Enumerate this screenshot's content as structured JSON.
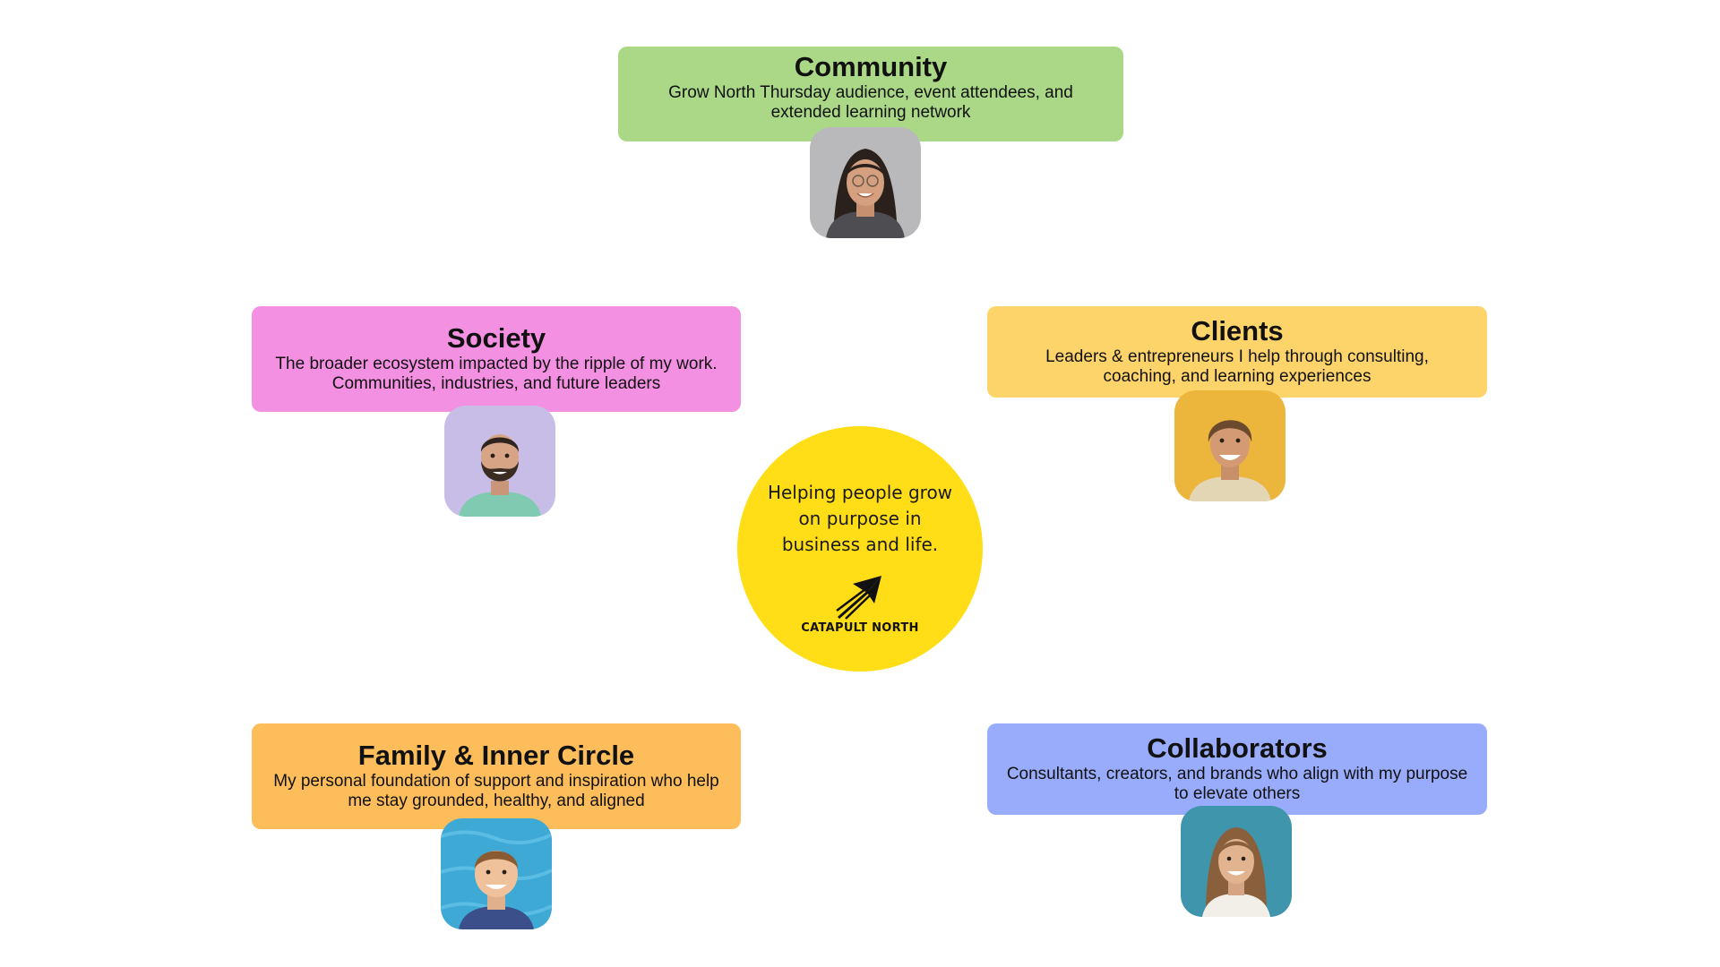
{
  "center": {
    "tagline_lines": [
      "Helping people grow",
      "on purpose in",
      "business and life."
    ],
    "logo_text": "CATAPULT NORTH",
    "logo_icon": "arrow-icon",
    "color": "#ffdd17"
  },
  "cards": {
    "community": {
      "title": "Community",
      "desc_lines": [
        "Grow North Thursday audience, event attendees, and",
        "extended learning network"
      ],
      "color": "#aad886"
    },
    "society": {
      "title": "Society",
      "desc_lines": [
        "The broader ecosystem impacted by the ripple of my work.",
        "Communities, industries, and future leaders"
      ],
      "color": "#f390e2"
    },
    "clients": {
      "title": "Clients",
      "desc_lines": [
        "Leaders & entrepreneurs I help through consulting,",
        "coaching, and learning experiences"
      ],
      "color": "#fdd46a"
    },
    "family": {
      "title": "Family & Inner Circle",
      "desc_lines": [
        "My personal foundation of support and inspiration who help",
        "me stay grounded, healthy, and aligned"
      ],
      "color": "#fdbd5a"
    },
    "collaborators": {
      "title": "Collaborators",
      "desc_lines": [
        "Consultants, creators, and brands who align with my purpose",
        "to elevate others"
      ],
      "color": "#99acfb"
    }
  }
}
